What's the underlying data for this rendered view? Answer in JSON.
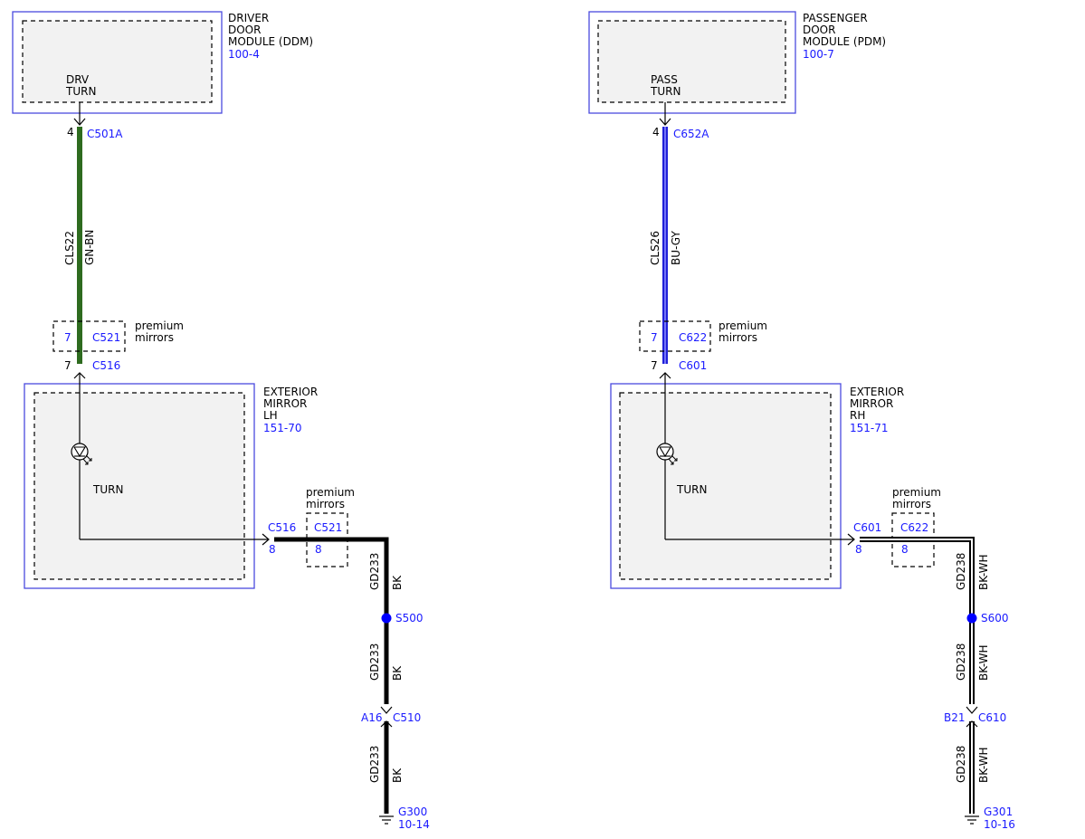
{
  "colors": {
    "wire_gn_bn": "#2e6b1f",
    "wire_bu_gy": "#2020d8",
    "wire_bu_gy_stripe": "#8f8fff",
    "ref_text": "#1a1aff",
    "splice": "#0000ff"
  },
  "left": {
    "module": {
      "name_l1": "DRIVER",
      "name_l2": "DOOR",
      "name_l3": "MODULE (DDM)",
      "ref": "100-4",
      "pin_l1": "DRV",
      "pin_l2": "TURN"
    },
    "conn_top": {
      "pin": "4",
      "name": "C501A"
    },
    "signal_wire": {
      "circuit": "CLS22",
      "color": "GN-BN"
    },
    "inline_conn": {
      "pin": "7",
      "name": "C521",
      "note_l1": "premium",
      "note_l2": "mirrors"
    },
    "mirror_conn_in": {
      "pin": "7",
      "name": "C516"
    },
    "mirror": {
      "name_l1": "EXTERIOR",
      "name_l2": "MIRROR",
      "name_l3": "LH",
      "ref": "151-70",
      "component": "TURN"
    },
    "mirror_conn_out": {
      "name": "C516",
      "pin": "8"
    },
    "ground_inline": {
      "name": "C521",
      "pin": "8",
      "note_l1": "premium",
      "note_l2": "mirrors"
    },
    "ground_wire_1": {
      "circuit": "GD233",
      "color": "BK"
    },
    "splice": {
      "name": "S500"
    },
    "ground_wire_2": {
      "circuit": "GD233",
      "color": "BK"
    },
    "ground_conn": {
      "pin": "A16",
      "name": "C510"
    },
    "ground_wire_3": {
      "circuit": "GD233",
      "color": "BK"
    },
    "ground": {
      "name": "G300",
      "ref": "10-14"
    }
  },
  "right": {
    "module": {
      "name_l1": "PASSENGER",
      "name_l2": "DOOR",
      "name_l3": "MODULE (PDM)",
      "ref": "100-7",
      "pin_l1": "PASS",
      "pin_l2": "TURN"
    },
    "conn_top": {
      "pin": "4",
      "name": "C652A"
    },
    "signal_wire": {
      "circuit": "CLS26",
      "color": "BU-GY"
    },
    "inline_conn": {
      "pin": "7",
      "name": "C622",
      "note_l1": "premium",
      "note_l2": "mirrors"
    },
    "mirror_conn_in": {
      "pin": "7",
      "name": "C601"
    },
    "mirror": {
      "name_l1": "EXTERIOR",
      "name_l2": "MIRROR",
      "name_l3": "RH",
      "ref": "151-71",
      "component": "TURN"
    },
    "mirror_conn_out": {
      "name": "C601",
      "pin": "8"
    },
    "ground_inline": {
      "name": "C622",
      "pin": "8",
      "note_l1": "premium",
      "note_l2": "mirrors"
    },
    "ground_wire_1": {
      "circuit": "GD238",
      "color": "BK-WH"
    },
    "splice": {
      "name": "S600"
    },
    "ground_wire_2": {
      "circuit": "GD238",
      "color": "BK-WH"
    },
    "ground_conn": {
      "pin": "B21",
      "name": "C610"
    },
    "ground_wire_3": {
      "circuit": "GD238",
      "color": "BK-WH"
    },
    "ground": {
      "name": "G301",
      "ref": "10-16"
    }
  }
}
